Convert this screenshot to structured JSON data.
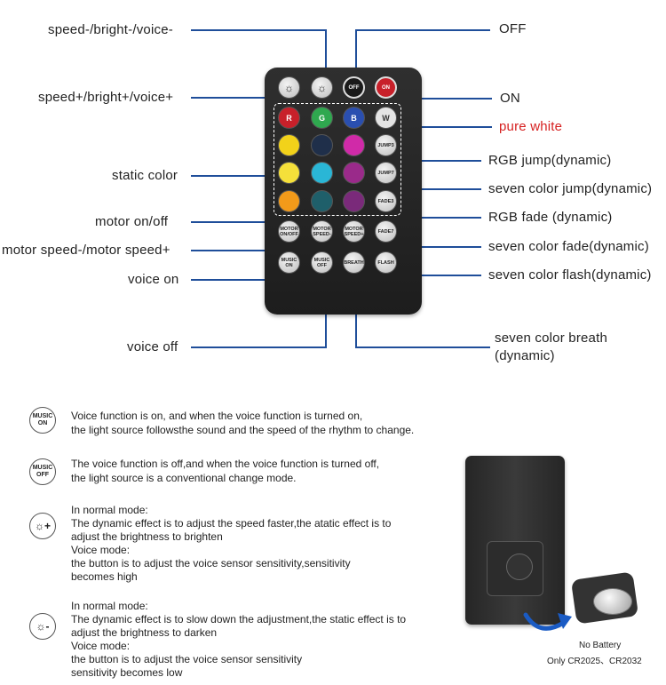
{
  "diagram": {
    "labels": {
      "speed_minus": "speed-/bright-/voice-",
      "speed_plus": "speed+/bright+/voice+",
      "static_color": "static color",
      "motor_onoff": "motor on/off",
      "motor_speed": "motor speed-/motor speed+",
      "voice_on": "voice on",
      "voice_off": "voice off",
      "off": "OFF",
      "on": "ON",
      "pure_white": "pure white",
      "rgb_jump": "RGB jump(dynamic)",
      "seven_jump": "seven color jump(dynamic)",
      "rgb_fade": "RGB fade (dynamic)",
      "seven_fade": "seven color fade(dynamic)",
      "seven_flash": "seven color flash(dynamic)",
      "seven_breath_1": "seven color breath",
      "seven_breath_2": "(dynamic)"
    },
    "label_colors": {
      "pure_white": "#d62020"
    },
    "line_color": "#1f4e9a"
  },
  "remote": {
    "row1": {
      "b1": "☼",
      "b2": "☼",
      "off": "OFF",
      "on": "ON"
    },
    "rgbw": {
      "r": "R",
      "g": "G",
      "b": "B",
      "w": "W"
    },
    "jump3": "JUMP3",
    "jump7": "JUMP7",
    "fade3": "FADE3",
    "fade7": "FADE7",
    "flash": "FLASH",
    "motor_onoff": "MOTOR ON/OFF",
    "motor_speed_minus": "MOTOR SPEED-",
    "motor_speed_plus": "MOTOR SPEED+",
    "music_on": "MUSIC ON",
    "music_off": "MUSIC OFF",
    "breath": "BREATH",
    "colors": {
      "red": "#c8202a",
      "green": "#2fa84f",
      "blue": "#2a4fb0",
      "white": "#e4e4e4",
      "yellow": "#f2d21a",
      "navy": "#1f2f4a",
      "magenta": "#d02aa8",
      "orange": "#f29a1a",
      "cyan": "#2ab6d6",
      "purple": "#9a2a8a",
      "teal": "#1f5f6a"
    }
  },
  "legend": [
    {
      "icon_text": "MUSIC ON",
      "lines": [
        "Voice function is on, and when the voice function is turned on,",
        "the light source followsthe sound and the speed of the rhythm to change."
      ]
    },
    {
      "icon_text": "MUSIC OFF",
      "lines": [
        "The voice function is off,and when the voice function is turned off,",
        "the light source is a conventional change mode."
      ]
    },
    {
      "icon_text": "☼+",
      "lines": [
        "In normal mode:",
        "The dynamic effect is to adjust the speed faster,the atatic effect is to",
        "adjust the brightness to brighten",
        "Voice mode:",
        "the button is to adjust the voice sensor sensitivity,sensitivity",
        "becomes high"
      ]
    },
    {
      "icon_text": "☼-",
      "lines": [
        "In normal mode:",
        "The dynamic effect is to slow down the adjustment,the static effect is to",
        "adjust the brightness to darken",
        "Voice mode:",
        "the button is to adjust the voice sensor sensitivity",
        "sensitivity becomes low"
      ]
    }
  ],
  "battery": {
    "note_1": "No Battery",
    "note_2": "Only CR2025、CR2032",
    "arrow_color": "#1a5bc4"
  }
}
